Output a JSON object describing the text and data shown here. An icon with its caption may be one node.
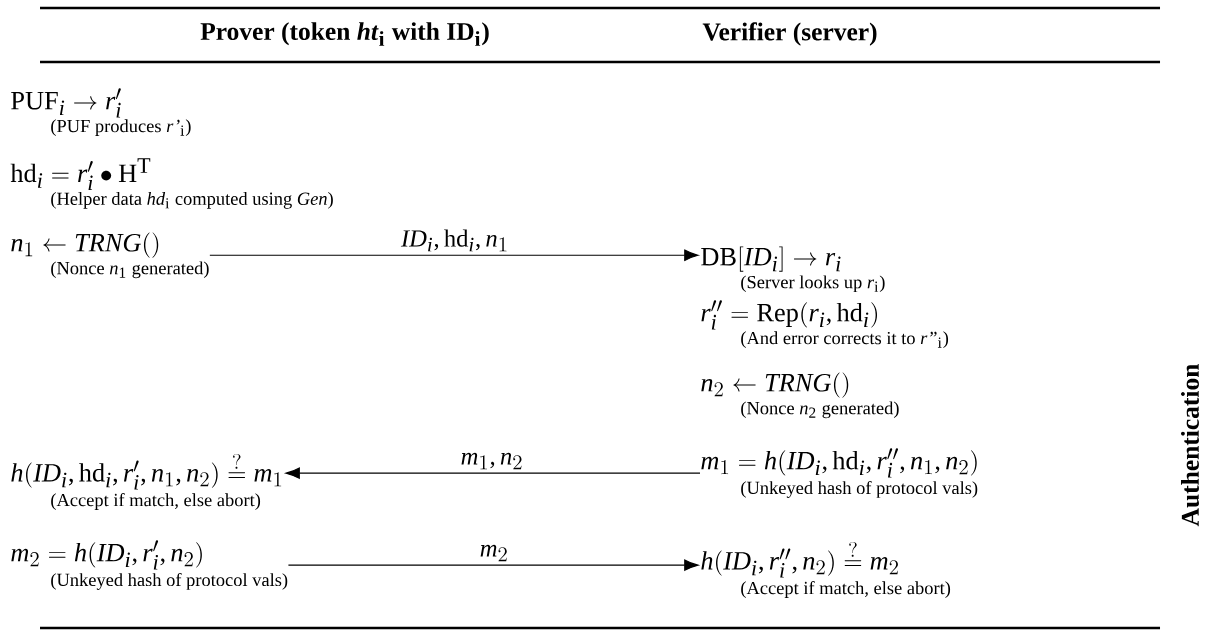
{
  "diagram": {
    "nodes": [
      {
        "text": [
          "\\mathrm{PUF}_i \\rightarrow r'_i",
          "(PUF produces *r’*$_{i}$)"
        ]
      },
      {
        "text": [
          "\\mathrm{hd}_i = r'_i \\bullet \\mathrm{H}^{\\mathrm{T}}",
          "(Helper data *hd*$_{i}$ computed using *Gen*)"
        ]
      },
      {
        "text": [
          "n_1 \\leftarrow TRNG()",
          "(Nonce *n*$_{1}$ generated)"
        ]
      },
      {
        "text": [
          "h(ID_i, \\mathrm{hd}_i, r'_i, n_1, n_2) \\stackrel{?}{=} m_1",
          "(Accept if match, else abort)"
        ]
      },
      {
        "text": [
          "m_2 = h(ID_i, r'_i, n_2)",
          "(Unkeyed hash of protocol vals)"
        ]
      },
      {
        "text": [
          "\\mathrm{DB}[ID_i] \\rightarrow r_i",
          "(Server looks up *r*$_{i}$)"
        ]
      },
      {
        "text": [
          "r''_i = \\mathrm{Rep}(r_i, \\mathrm{hd}_i)",
          "(And error corrects it to *r”*$_{i}$)"
        ]
      },
      {
        "text": [
          "n_2 \\leftarrow TRNG()",
          "(Nonce *n*$_{2}$ generated)"
        ]
      },
      {
        "text": [
          "m_1 = h(ID_i, \\mathrm{hd}_i, r''_i, n_1, n_2)",
          "(Unkeyed hash of protocol vals)"
        ]
      },
      {
        "text": [
          "h(ID_i, r''_i, n_2) \\stackrel{?}{=} m_2",
          "(Accept if match, else abort)"
        ]
      }
    ],
    "edges": [
      {
        "from": 2,
        "to": 5,
        "arrow": "to",
        "label": "ID_i, \\mathrm{hd}_i, n_1"
      },
      {
        "from": 8,
        "to": 3,
        "arrow": "to",
        "label": "m_1, n_2"
      },
      {
        "from": 4,
        "to": 9,
        "arrow": "to",
        "label": "m_2"
      }
    ],
    "labels": [
      "Prover (token *ht*$_{i}$ with ID$_{i}$)",
      "Verifier (server)",
      "Authentication"
    ]
  }
}
